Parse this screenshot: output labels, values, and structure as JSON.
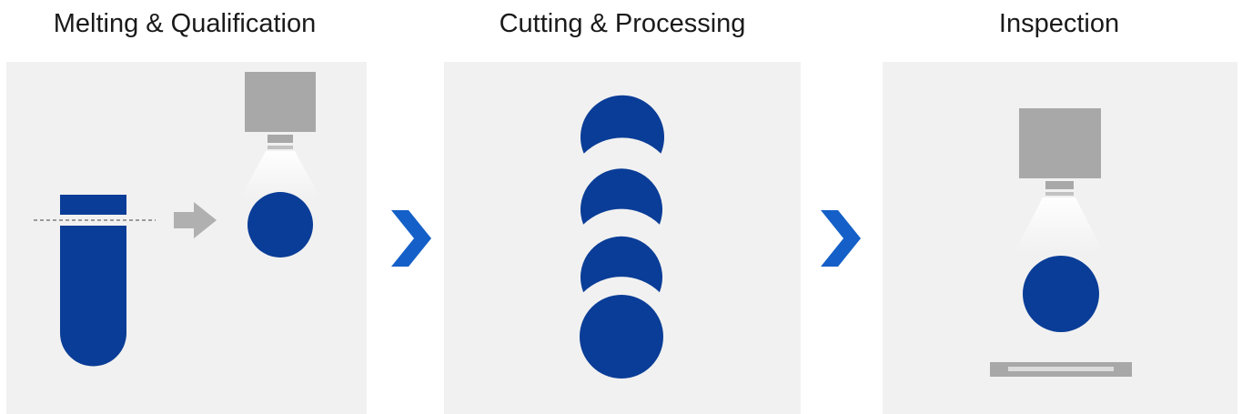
{
  "steps": [
    {
      "title": "Melting & Qualification"
    },
    {
      "title": "Cutting & Processing"
    },
    {
      "title": "Inspection"
    }
  ],
  "colors": {
    "accent_blue": "#0a3d97",
    "arrow_blue": "#1560c8",
    "panel_bg": "#f1f1f1",
    "equipment_gray": "#a8a8a8",
    "flow_arrow_gray": "#b0b0b0"
  },
  "icons": {
    "step_arrow": "chevron-right-icon",
    "ingot": "ingot-icon",
    "camera": "camera-icon",
    "wafer": "wafer-icon",
    "stage": "stage-icon"
  }
}
